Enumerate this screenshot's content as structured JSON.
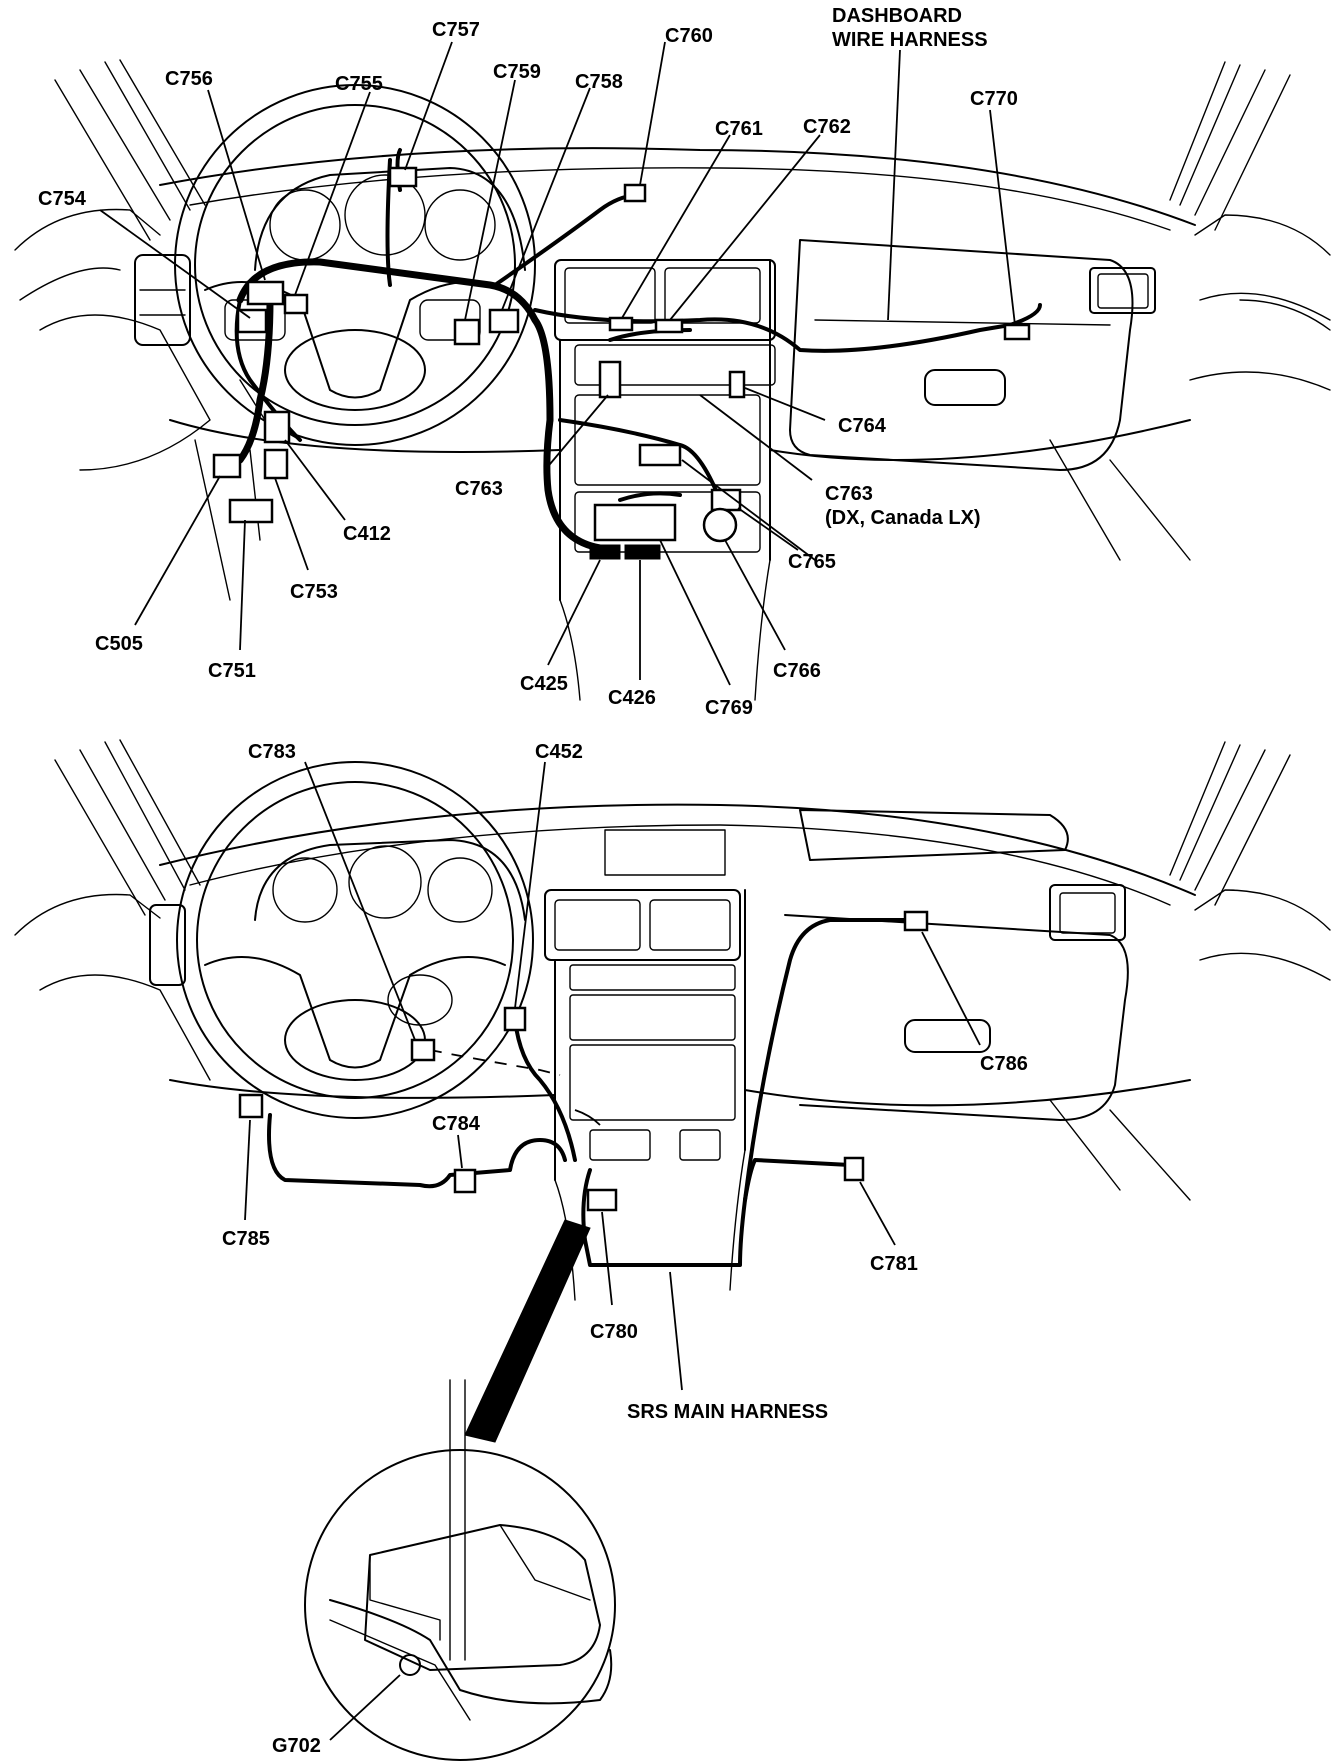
{
  "top_diagram": {
    "labels": {
      "c757": "C757",
      "c760": "C760",
      "dash_harness_line1": "DASHBOARD",
      "dash_harness_line2": "WIRE HARNESS",
      "c756": "C756",
      "c755": "C755",
      "c759": "C759",
      "c758": "C758",
      "c770": "C770",
      "c761": "C761",
      "c762": "C762",
      "c754": "C754",
      "c764": "C764",
      "c763_left": "C763",
      "c763_right": "C763",
      "c763_note": "(DX, Canada LX)",
      "c412": "C412",
      "c765": "C765",
      "c753": "C753",
      "c505": "C505",
      "c751": "C751",
      "c766": "C766",
      "c425": "C425",
      "c426": "C426",
      "c769": "C769"
    }
  },
  "bottom_diagram": {
    "labels": {
      "c783": "C783",
      "c452": "C452",
      "c784": "C784",
      "c786": "C786",
      "c785": "C785",
      "c781": "C781",
      "c780": "C780",
      "srs_main_harness": "SRS MAIN HARNESS",
      "g702": "G702"
    }
  }
}
